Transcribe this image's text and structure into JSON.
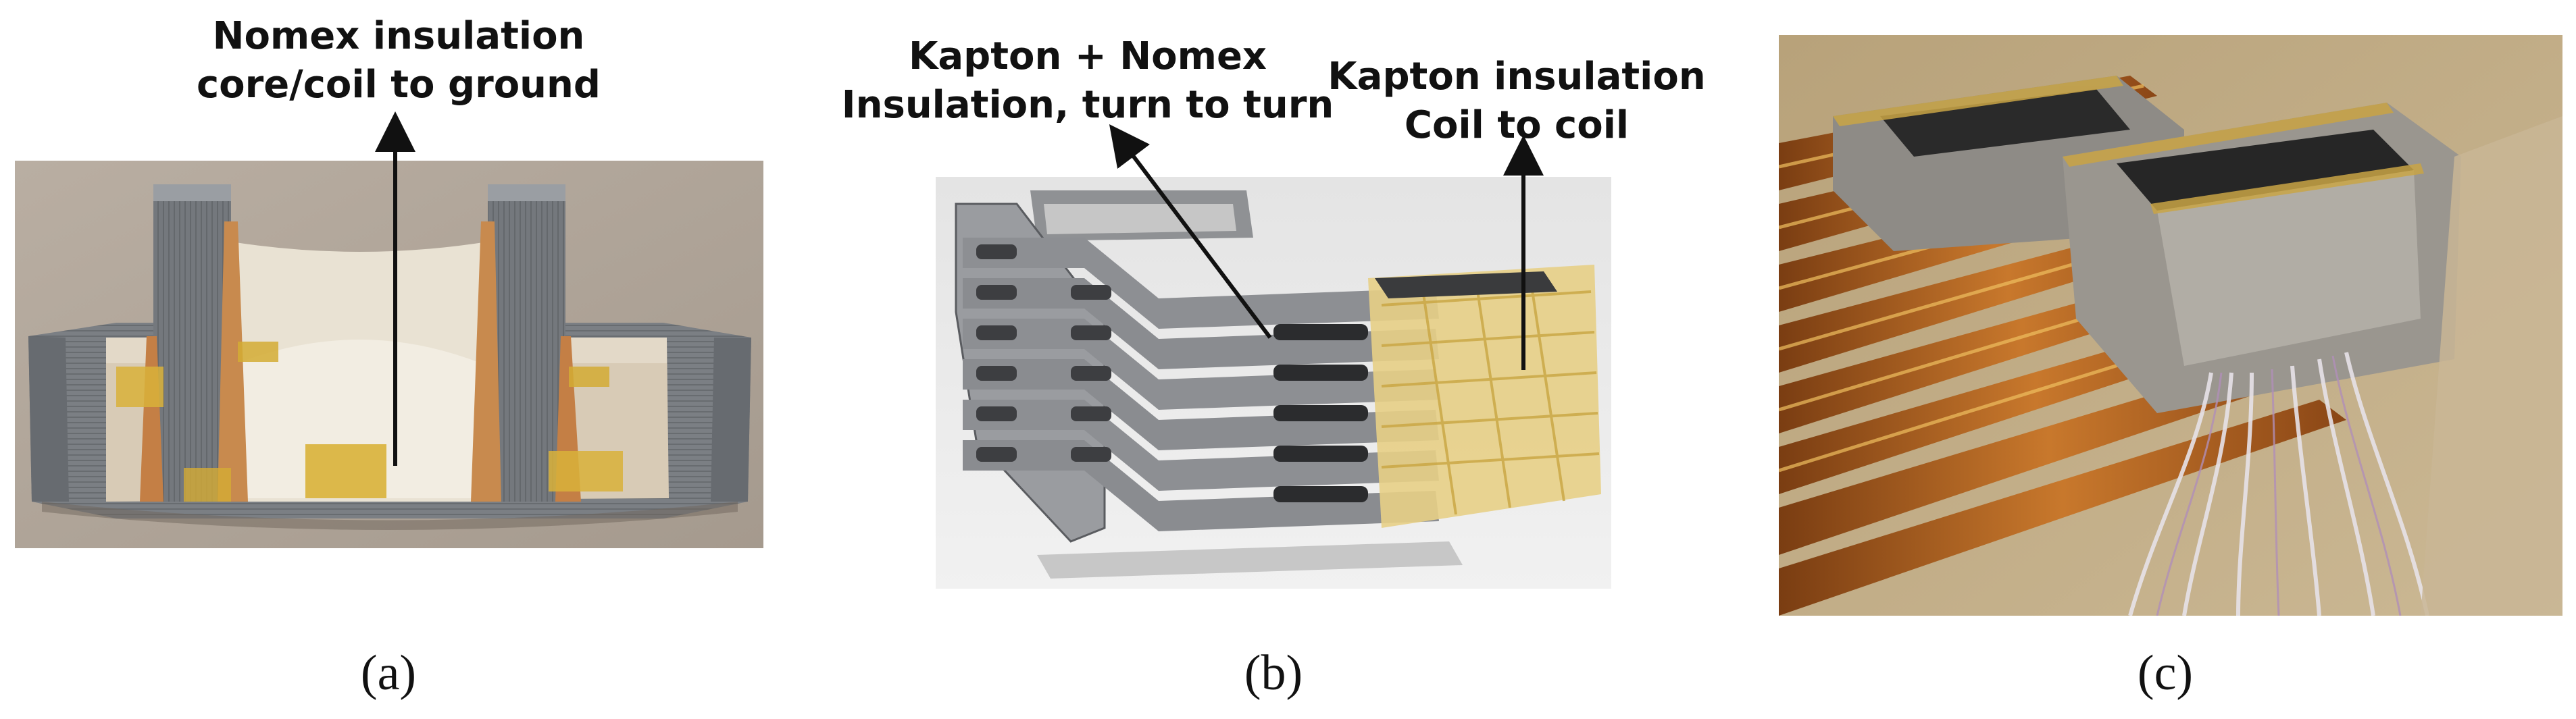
{
  "panels": [
    {
      "id": "a",
      "label": "(a)",
      "callouts": [
        {
          "line1": "Nomex insulation",
          "line2": "core/coil to ground"
        }
      ]
    },
    {
      "id": "b",
      "label": "(b)",
      "callouts": [
        {
          "line1": "Kapton + Nomex",
          "line2": "Insulation, turn to turn"
        },
        {
          "line1": "Kapton insulation",
          "line2": "Coil to coil"
        }
      ]
    },
    {
      "id": "c",
      "label": "(c)",
      "callouts": []
    }
  ]
}
